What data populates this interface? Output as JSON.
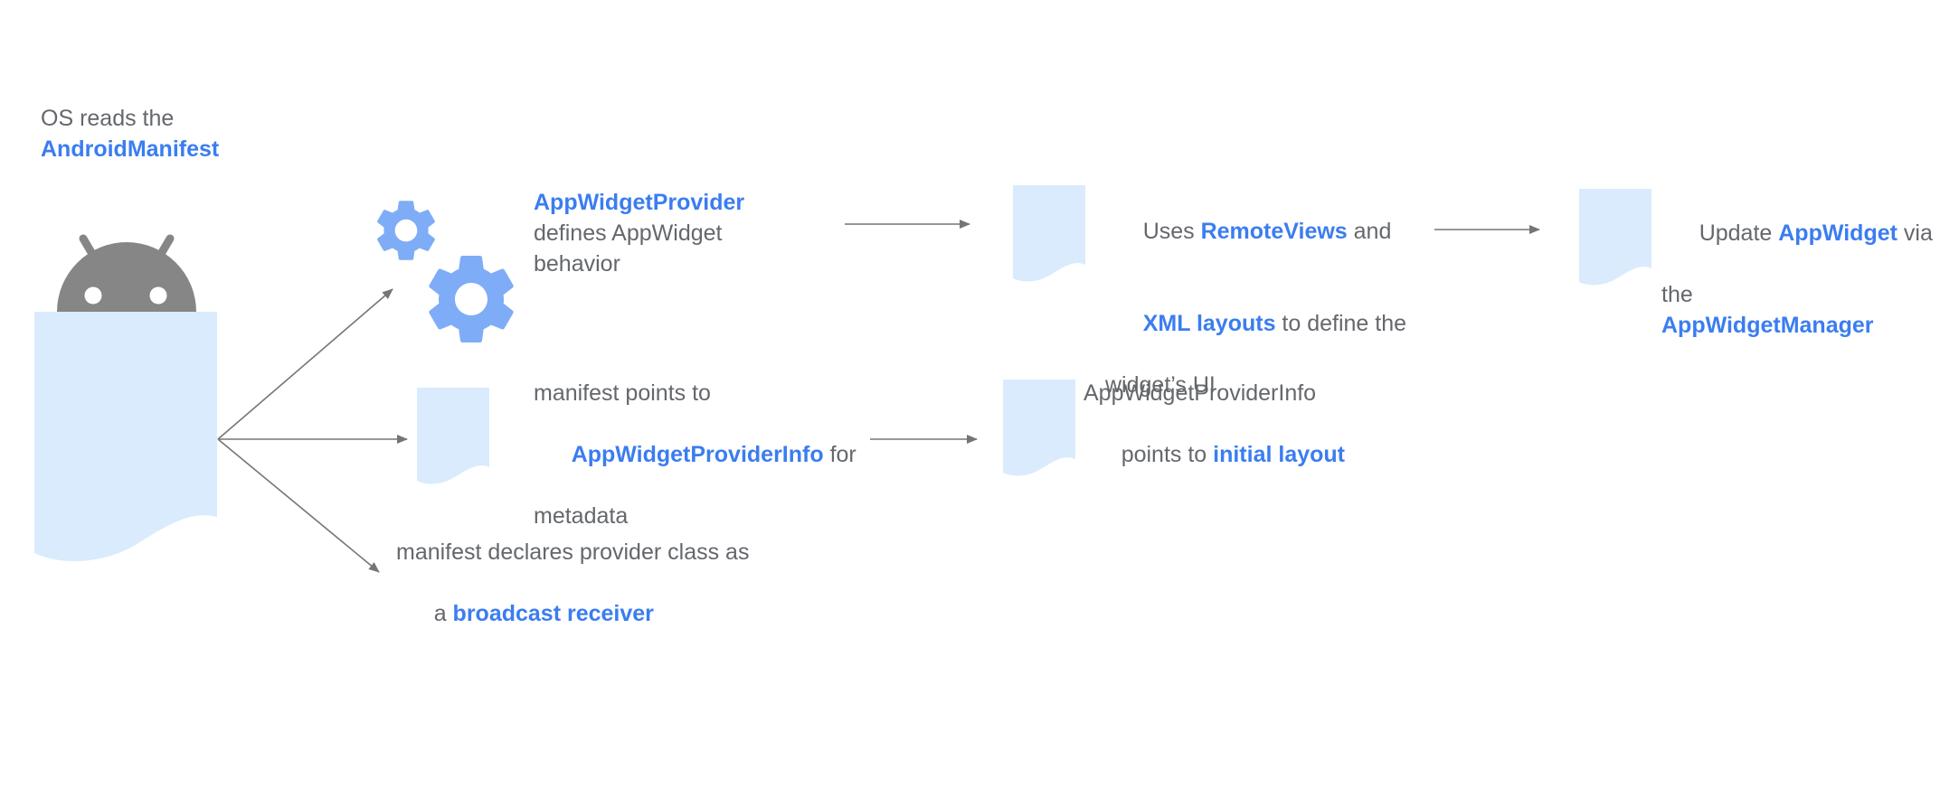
{
  "colors": {
    "doc_fill": "#D9EBFC",
    "gear_blue": "#7FACF6",
    "link_blue": "#3B7DF0",
    "text_gray": "#64676C",
    "android_gray": "#868686",
    "arrow_gray": "#757575"
  },
  "icons": [
    "android-robot-icon",
    "manifest-document-icon",
    "gears-icon",
    "document-icon",
    "arrow"
  ],
  "blocks": {
    "os_reads": {
      "lines": [
        [
          {
            "t": "OS reads the"
          }
        ],
        [
          {
            "t": "AndroidManifest"
          }
        ]
      ]
    },
    "provider_behavior": {
      "lines": [
        [
          {
            "t": "AppWidgetProvider"
          }
        ],
        [
          {
            "t": "defines AppWidget"
          }
        ],
        [
          {
            "t": "behavior"
          }
        ]
      ]
    },
    "remoteviews": {
      "lines": [
        [
          {
            "t": "Uses "
          },
          {
            "t": "RemoteViews"
          },
          {
            "t": " and"
          }
        ],
        [
          {
            "t": "XML layouts"
          },
          {
            "t": " to define the"
          }
        ],
        [
          {
            "t": "widget’s UI"
          }
        ]
      ]
    },
    "update_appwidget": {
      "lines": [
        [
          {
            "t": "Update "
          },
          {
            "t": "AppWidget"
          },
          {
            "t": " via"
          }
        ],
        [
          {
            "t": "the"
          }
        ],
        [
          {
            "t": "AppWidgetManager"
          }
        ]
      ]
    },
    "manifest_points": {
      "lines": [
        [
          {
            "t": "manifest points to"
          }
        ],
        [
          {
            "t": "AppWidgetProviderInfo"
          },
          {
            "t": " for"
          }
        ],
        [
          {
            "t": "metadata"
          }
        ]
      ]
    },
    "providerinfo_initial": {
      "lines": [
        [
          {
            "t": "AppWidgetProviderInfo"
          }
        ],
        [
          {
            "t": "points to "
          },
          {
            "t": "initial layout"
          }
        ]
      ]
    },
    "broadcast": {
      "lines": [
        [
          {
            "t": "manifest declares provider class as"
          }
        ],
        [
          {
            "t": "a "
          },
          {
            "t": "broadcast receiver"
          }
        ]
      ]
    }
  }
}
